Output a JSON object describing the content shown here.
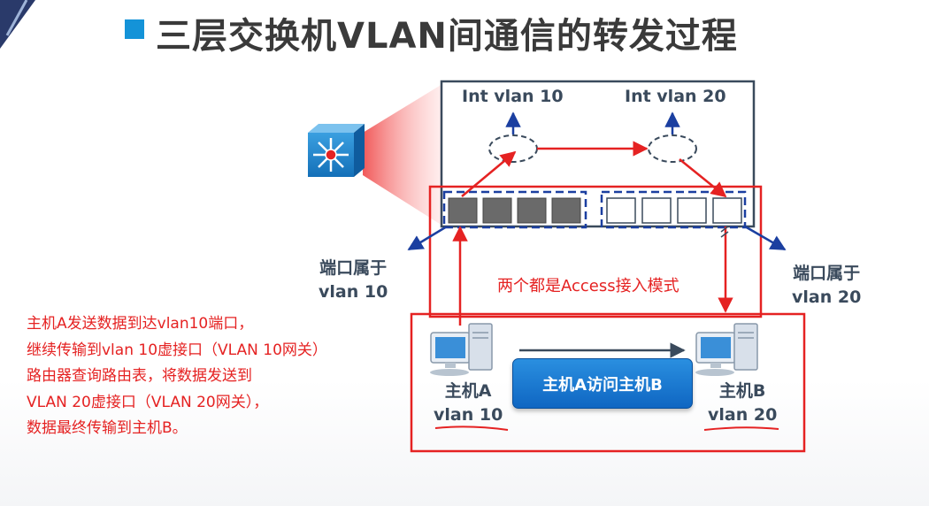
{
  "title": "三层交换机VLAN间通信的转发过程",
  "svi_left": "Int vlan 10",
  "svi_right": "Int vlan 20",
  "port_left": {
    "line1": "端口属于",
    "line2": "vlan 10"
  },
  "port_right": {
    "line1": "端口属于",
    "line2": "vlan 20"
  },
  "access_mode_note": "两个都是Access接入模式",
  "host_a": {
    "name": "主机A",
    "vlan": "vlan 10"
  },
  "host_b": {
    "name": "主机B",
    "vlan": "vlan 20"
  },
  "flow_button": "主机A访问主机B",
  "process_note": [
    "主机A发送数据到达vlan10端口，",
    "继续传输到vlan 10虚接口（VLAN 10网关）",
    "路由器查询路由表，将数据发送到",
    "VLAN 20虚接口（VLAN 20网关），",
    "数据最终传输到主机B。"
  ],
  "colors": {
    "accent_blue": "#1493d8",
    "arrow_red": "#e52222",
    "dash_blue": "#1b3fa0",
    "frame": "#3a4a5c"
  },
  "icons": [
    "l3-switch-icon",
    "pc-icon"
  ]
}
